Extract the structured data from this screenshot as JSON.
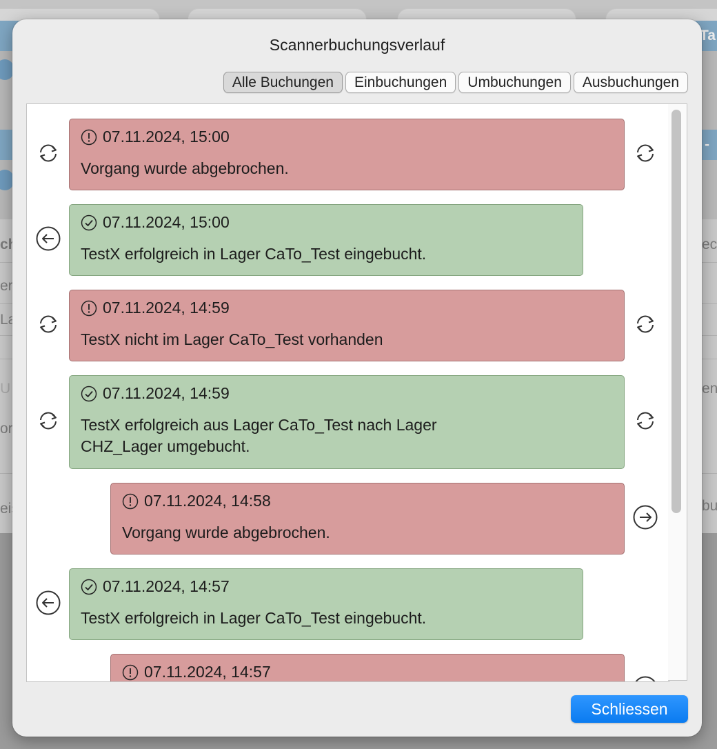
{
  "dialog": {
    "title": "Scannerbuchungsverlauf",
    "close_label": "Schliessen"
  },
  "filters": [
    {
      "label": "Alle Buchungen",
      "active": true
    },
    {
      "label": "Einbuchungen",
      "active": false
    },
    {
      "label": "Umbuchungen",
      "active": false
    },
    {
      "label": "Ausbuchungen",
      "active": false
    }
  ],
  "entries": [
    {
      "status": "error",
      "status_icon": "exclamation-circle-icon",
      "timestamp": "07.11.2024, 15:00",
      "message": "Vorgang wurde abgebrochen.",
      "type_icon": "sync-icon"
    },
    {
      "status": "success",
      "status_icon": "check-circle-icon",
      "timestamp": "07.11.2024, 15:00",
      "message": "TestX erfolgreich in Lager CaTo_Test eingebucht.",
      "type_icon": "arrow-left-circle-icon"
    },
    {
      "status": "error",
      "status_icon": "exclamation-circle-icon",
      "timestamp": "07.11.2024, 14:59",
      "message": "TestX nicht im Lager CaTo_Test vorhanden",
      "type_icon": "sync-icon"
    },
    {
      "status": "success",
      "status_icon": "check-circle-icon",
      "timestamp": "07.11.2024, 14:59",
      "message": "TestX erfolgreich aus Lager CaTo_Test nach Lager CHZ_Lager umgebucht.",
      "type_icon": "sync-icon"
    },
    {
      "status": "error",
      "status_icon": "exclamation-circle-icon",
      "timestamp": "07.11.2024, 14:58",
      "message": "Vorgang wurde abgebrochen.",
      "type_icon": "arrow-right-circle-icon"
    },
    {
      "status": "success",
      "status_icon": "check-circle-icon",
      "timestamp": "07.11.2024, 14:57",
      "message": "TestX erfolgreich in Lager CaTo_Test eingebucht.",
      "type_icon": "arrow-left-circle-icon"
    },
    {
      "status": "error",
      "status_icon": "exclamation-circle-icon",
      "timestamp": "07.11.2024, 14:57",
      "message": "",
      "type_icon": "arrow-right-circle-icon"
    }
  ],
  "background_fragments": [
    "Ta",
    "-",
    "ch",
    "ec",
    "er",
    "La",
    "U",
    "en",
    "or",
    "eis",
    "bu"
  ],
  "colors": {
    "error_bg": "#d79c9c",
    "success_bg": "#b5d0b2",
    "accent": "#0a7bf0"
  }
}
